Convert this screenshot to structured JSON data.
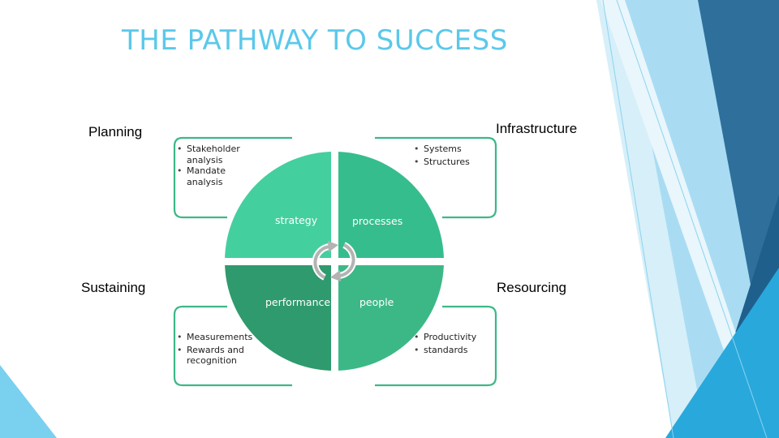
{
  "title": "THE PATHWAY TO SUCCESS",
  "corners": {
    "planning": "Planning",
    "infrastructure": "Infrastructure",
    "sustaining": "Sustaining",
    "resourcing": "Resourcing"
  },
  "quadrants": {
    "strategy": {
      "label": "strategy",
      "color": "#44cf9f"
    },
    "processes": {
      "label": "processes",
      "color": "#36bd8d"
    },
    "performance": {
      "label": "performance",
      "color": "#2f9a6d"
    },
    "people": {
      "label": "people",
      "color": "#3cb887"
    }
  },
  "bullets": {
    "planning": [
      "Stakeholder analysis",
      "Mandate analysis"
    ],
    "infrastructure": [
      "Systems",
      "Structures"
    ],
    "sustaining": [
      "Measurements",
      "Rewards and recognition"
    ],
    "resourcing": [
      "Productivity",
      "standards"
    ]
  },
  "colors": {
    "title": "#5bc8ea",
    "frame_border": "#3cb887",
    "cycle_arrows": "#b3b3b3"
  }
}
